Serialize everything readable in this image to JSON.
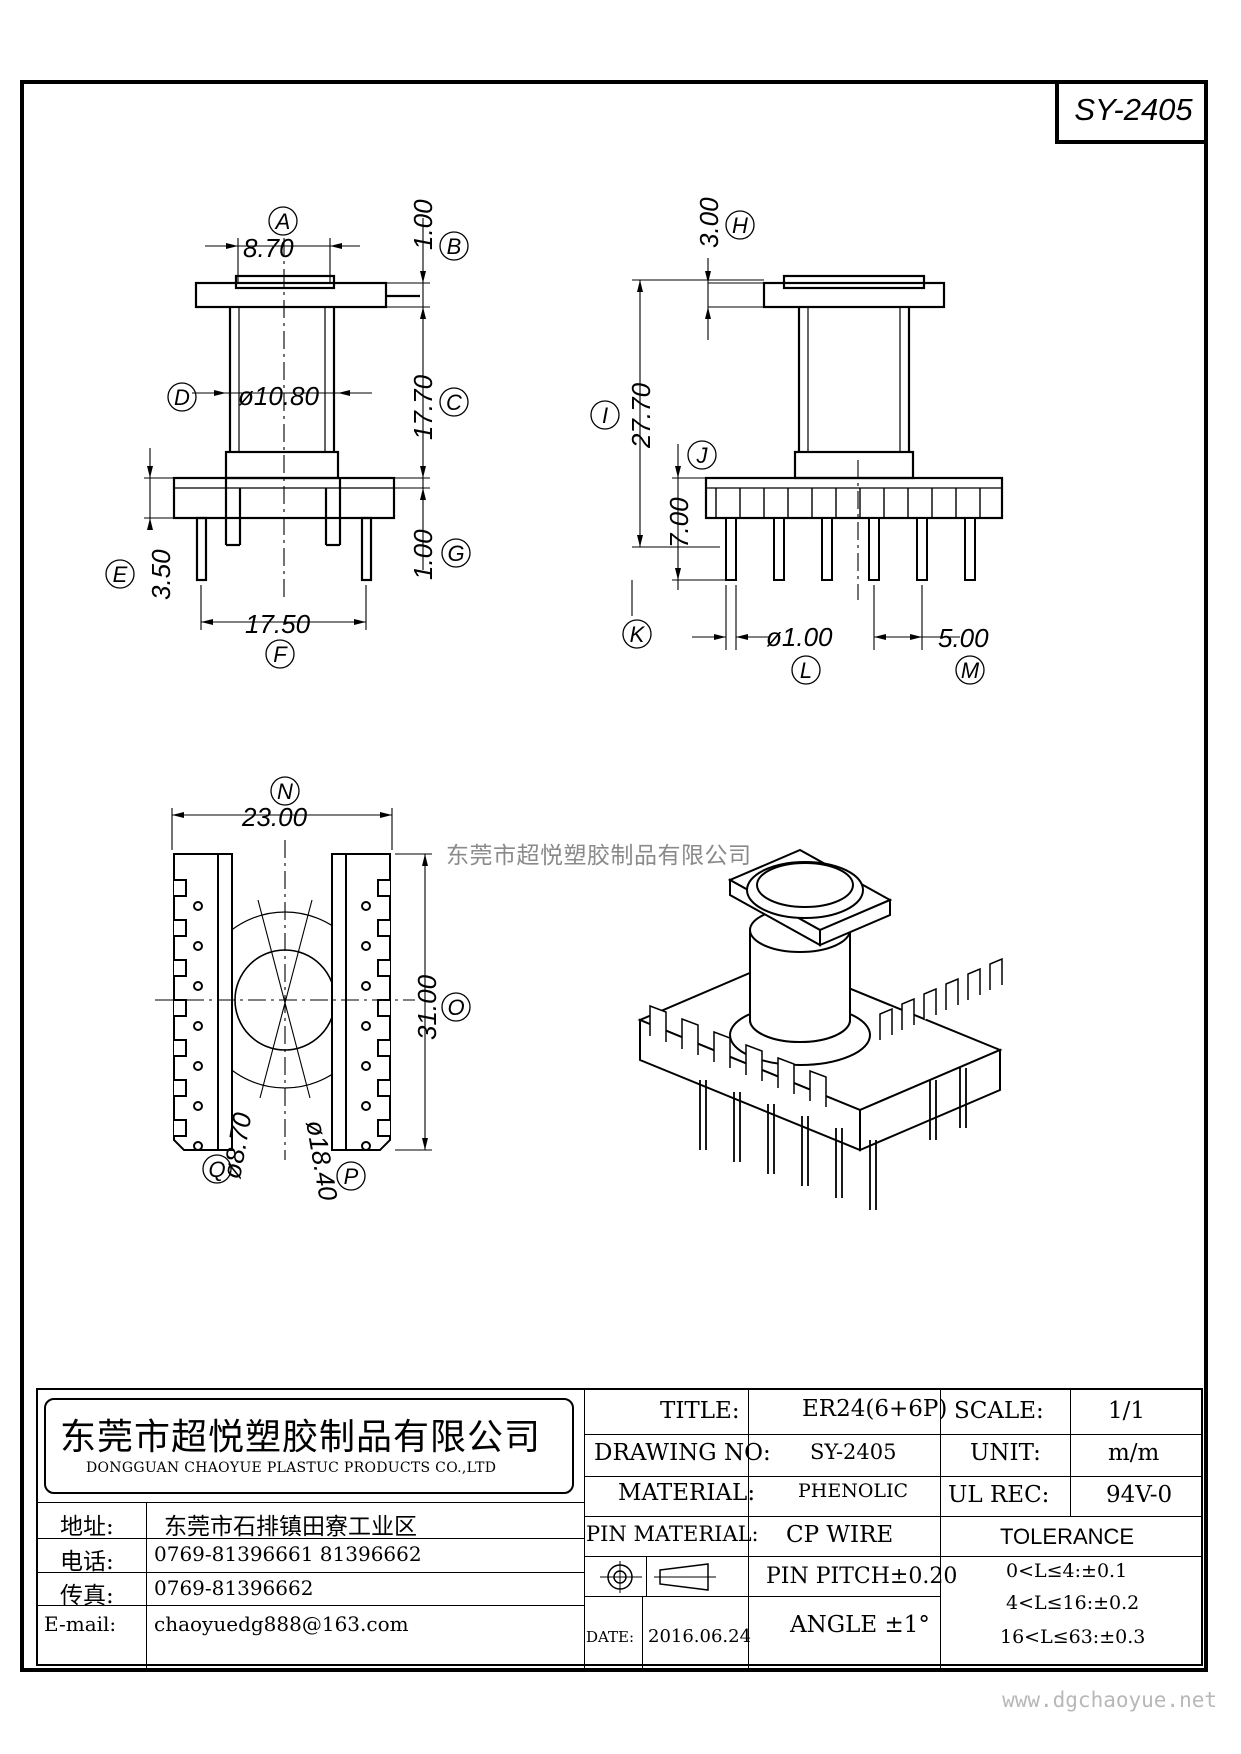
{
  "drawing_code": "SY-2405",
  "watermark": "东莞市超悦塑胶制品有限公司",
  "website": "www.dgchaoyue.net",
  "views": {
    "front": {
      "dims": {
        "A": "8.70",
        "B": "1.00",
        "C": "17.70",
        "D": "ø10.80",
        "E": "3.50",
        "F": "17.50",
        "G": "1.00"
      },
      "labels": [
        "A",
        "B",
        "C",
        "D",
        "E",
        "F",
        "G"
      ]
    },
    "side": {
      "dims": {
        "H": "3.00",
        "I": "27.70",
        "J": "7.00",
        "L": "ø1.00",
        "M": "5.00"
      },
      "labels": [
        "H",
        "I",
        "J",
        "K",
        "L",
        "M"
      ]
    },
    "bottom": {
      "dims": {
        "N": "23.00",
        "O": "31.00",
        "Q": "ø8.70",
        "P": "ø18.40"
      },
      "labels": [
        "N",
        "O",
        "P",
        "Q"
      ]
    }
  },
  "title_block": {
    "company_cn": "东莞市超悦塑胶制品有限公司",
    "company_en": "DONGGUAN CHAOYUE PLASTUC PRODUCTS CO.,LTD",
    "address_label": "地址:",
    "address": "东莞市石排镇田寮工业区",
    "phone_label": "电话:",
    "phone": "0769-81396661  81396662",
    "fax_label": "传真:",
    "fax": "0769-81396662",
    "email_label": "E-mail:",
    "email": "chaoyuedg888@163.com",
    "title_label": "TITLE:",
    "title": "ER24(6+6P)",
    "drawing_no_label": "DRAWING NO:",
    "drawing_no": "SY-2405",
    "material_label": "MATERIAL:",
    "material": "PHENOLIC",
    "pin_material_label": "PIN MATERIAL:",
    "pin_material": "CP WIRE",
    "date_label": "DATE:",
    "date": "2016.06.24",
    "pin_pitch": "PIN PITCH±0.20",
    "angle": "ANGLE  ±1°",
    "scale_label": "SCALE:",
    "scale": "1/1",
    "unit_label": "UNIT:",
    "unit": "m/m",
    "ul_label": "UL REC:",
    "ul": "94V-0",
    "tolerance_label": "TOLERANCE",
    "tolerances": [
      "0<L≤4:±0.1",
      "4<L≤16:±0.2",
      "16<L≤63:±0.3"
    ]
  }
}
